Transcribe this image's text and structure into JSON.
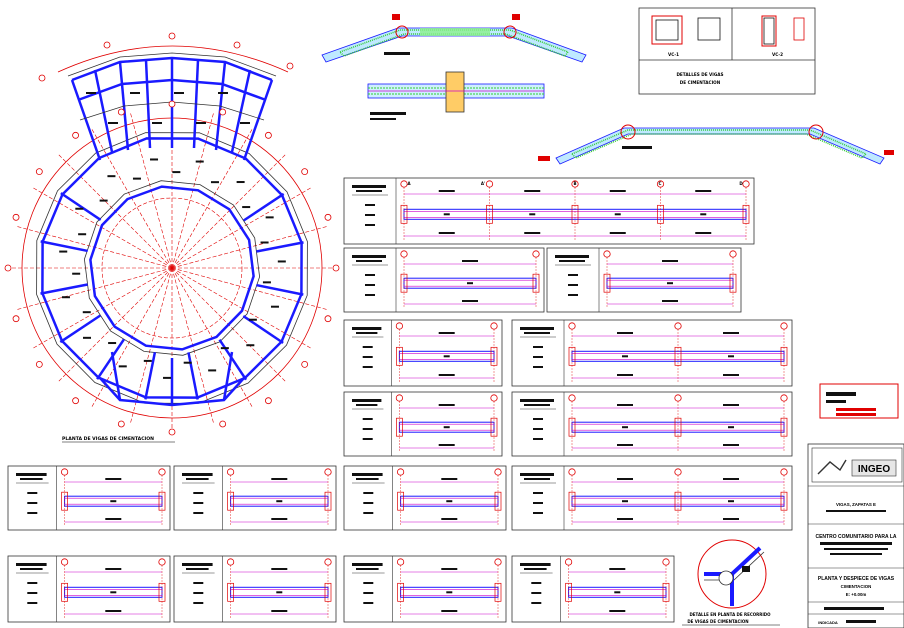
{
  "plan": {
    "title": "PLANTA DE VIGAS DE CIMENTACION"
  },
  "details": {
    "title_line1": "DETALLES DE VIGAS",
    "title_line2": "DE CIMENTACION",
    "vc1_label": "VC-1",
    "vc2_label": "VC-2"
  },
  "elevation_axes": [
    "A",
    "A'",
    "B",
    "C",
    "D"
  ],
  "corner_detail": {
    "caption_line1": "DETALLE EN PLANTA DE RECORRIDO",
    "caption_line2": "DE VIGAS DE CIMENTACION"
  },
  "title_block": {
    "logo": "INGEO",
    "project_line1": "VIGAS, ZAPATAS E",
    "project_line2": "CENTRO COMUNITARIO PARA LA",
    "plan_title_line1": "PLANTA Y DESPIECE DE VIGAS",
    "plan_title_line2": "CIMENTACION",
    "level": "E: +0.00m",
    "scale_label": "INDICADA"
  },
  "colors": {
    "axis_red": "#e00000",
    "beam_blue": "#1a1aff",
    "outline": "#333333",
    "rebar_magenta": "#cc00cc",
    "fill_green": "#33cc33",
    "fill_cyan": "#22aaff"
  }
}
